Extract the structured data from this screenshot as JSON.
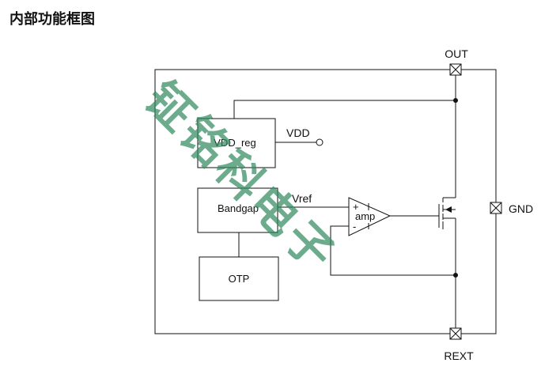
{
  "heading": "内部功能框图",
  "pins": {
    "out": "OUT",
    "gnd": "GND",
    "rext": "REXT"
  },
  "blocks": {
    "vdd_reg": "VDD_reg",
    "bandgap": "Bandgap",
    "otp": "OTP",
    "amp": "amp"
  },
  "nets": {
    "vdd": "VDD",
    "vref": "Vref"
  },
  "amp_inputs": {
    "plus": "+",
    "minus": "-"
  },
  "watermark": [
    "钲",
    "铭",
    "科",
    "电",
    "子"
  ]
}
